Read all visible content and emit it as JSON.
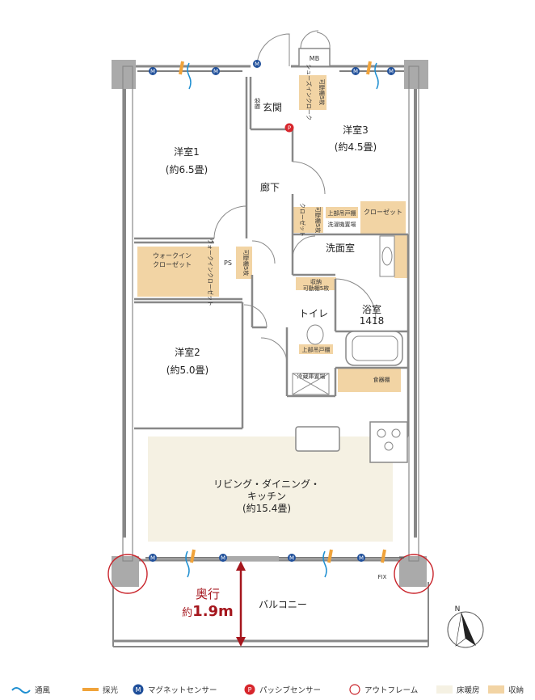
{
  "rooms": {
    "western1": {
      "name": "洋室1",
      "size": "(約6.5畳)"
    },
    "western2": {
      "name": "洋室2",
      "size": "(約5.0畳)"
    },
    "western3": {
      "name": "洋室3",
      "size": "(約4.5畳)"
    },
    "entrance": "玄関",
    "hallway": "廊下",
    "washroom": "洗面室",
    "bathroom": {
      "name": "浴室",
      "size": "1418"
    },
    "toilet": "トイレ",
    "ldk": {
      "line1": "リビング・ダイニング・",
      "line2": "キッチン",
      "size": "(約15.4畳)"
    },
    "balcony": "バルコニー"
  },
  "storage": {
    "wic1": {
      "line1": "ウォークイン",
      "line2": "クローゼット"
    },
    "wic2": "ウォークインクローゼット",
    "shoes": "シューズインクローク",
    "shoes_shelf": "可動棚5枚",
    "hall_closet": "クローゼット",
    "hall_shelf": "可動棚5枚",
    "upper_cabinet": "上部吊戸棚",
    "washer_space": "洗濯機置場",
    "closet3": "クローゼット",
    "ps": "PS",
    "wic_shelf": "可動棚5枚",
    "storage_label": "収納",
    "storage_shelf": "可動棚5枚",
    "toilet_upper": "上部吊戸棚",
    "fridge": "冷蔵庫置場",
    "dish": "食器棚",
    "boots": "袋棚"
  },
  "markers": {
    "mb": "MB",
    "m": "M",
    "p": "P",
    "fix": "FIX",
    "north": "N"
  },
  "depth": {
    "label": "奥行",
    "prefix": "約",
    "value": "1.9m"
  },
  "legend": {
    "ventilation": "通風",
    "daylight": "採光",
    "magnet_sensor": "マグネットセンサー",
    "passive_sensor": "パッシブセンサー",
    "outframe": "アウトフレーム",
    "floor_heating": "床暖房",
    "storage": "収納"
  },
  "colors": {
    "floor_heating": "#f5f1e3",
    "storage": "#f2d4a4",
    "wall": "#888888",
    "column": "#aaaaaa",
    "sensor": "#1f4f9a",
    "passive": "#d7262c",
    "depth_arrow": "#a5161d",
    "ventilation": "#1f8fd1",
    "daylight": "#f0a33a"
  }
}
